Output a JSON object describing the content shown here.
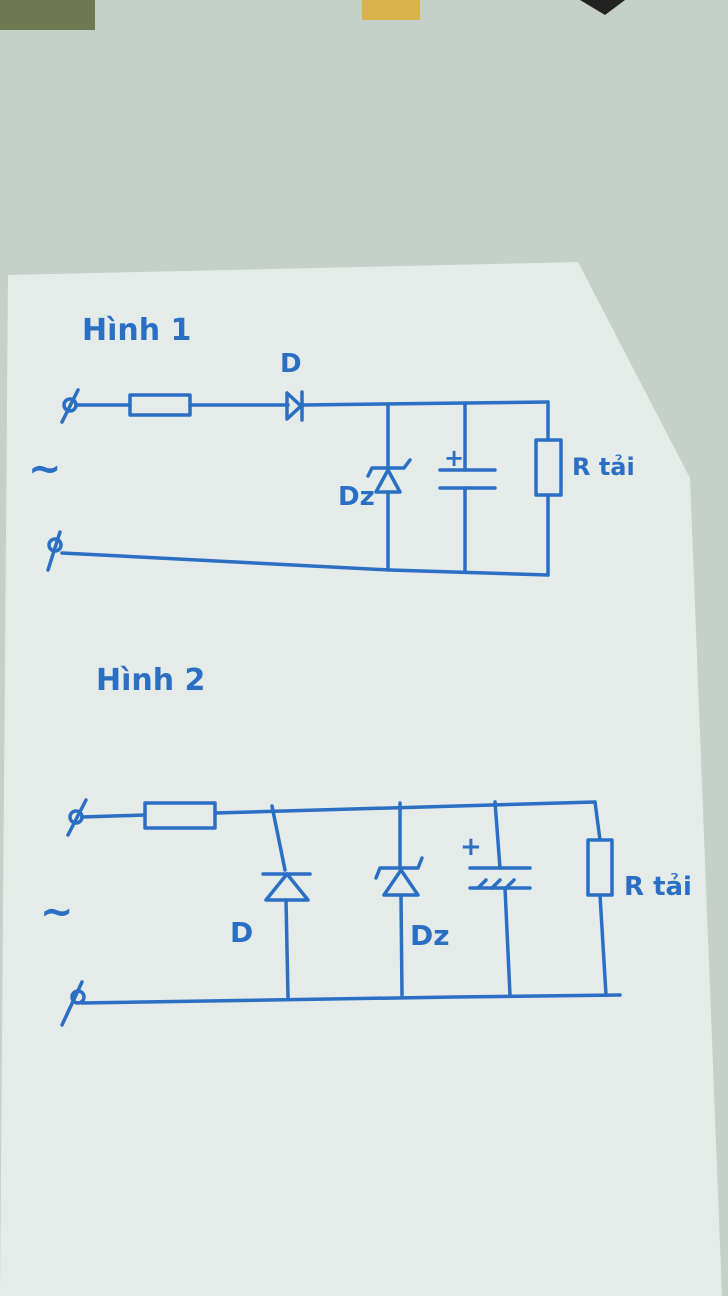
{
  "figure1": {
    "title": "Hình 1",
    "source_symbol": "~",
    "diode_label": "D",
    "zener_label": "Dz",
    "cap_polarity": "+",
    "load_label": "R tải"
  },
  "figure2": {
    "title": "Hình 2",
    "source_symbol": "~",
    "diode_label": "D",
    "zener_label": "Dz",
    "cap_polarity": "+",
    "load_label": "R tải"
  },
  "colors": {
    "ink": "#2a6fc4",
    "paper": "#e4ebe8",
    "desk": "#c5d0c9"
  }
}
